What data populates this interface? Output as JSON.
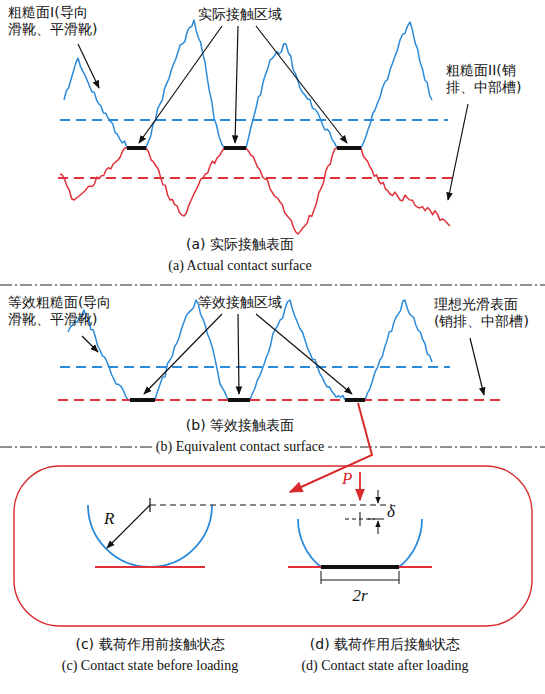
{
  "diagram": {
    "labels": [
      "粗糙面I(导向 滑靴、平滑靴)",
      "实际接触区域",
      "粗糙面II(销 排、中部槽)",
      "(a) 实际接触表面",
      "(a) Actual contact surface",
      "等效粗糙面(导向 滑靴、平滑靴)",
      "等效接触区域",
      "理想光滑表面 (销排、中部槽)",
      "(b) 等效接触表面",
      "(b) Equivalent contact surface",
      "R",
      "P",
      "δ",
      "2r",
      "(c) 载荷作用前接触状态",
      "(d) 载荷作用后接触状态",
      "(c) Contact state before loading",
      "(d) Contact state after loading"
    ]
  }
}
